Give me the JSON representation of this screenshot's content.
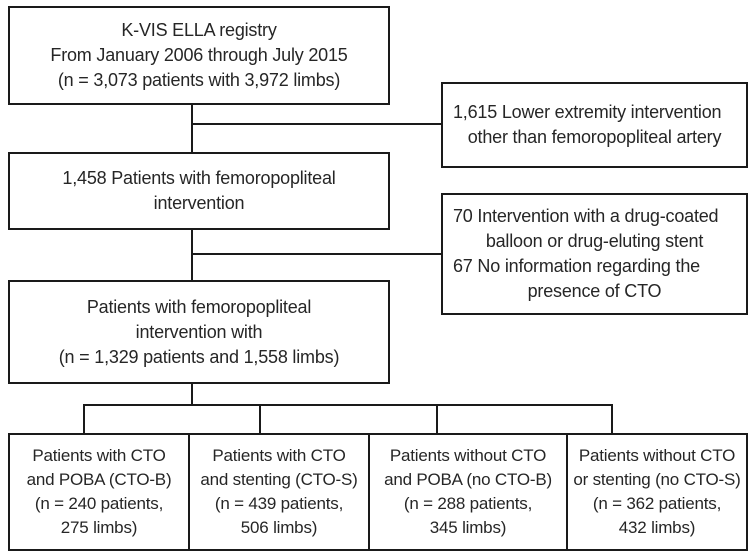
{
  "figure": {
    "background": "#ffffff",
    "border_color": "#1a1a1a",
    "text_color": "#262626"
  },
  "boxes": {
    "registry": {
      "lines": [
        "K-VIS ELLA registry",
        "From January 2006 through July 2015",
        "(n = 3,073 patients with 3,972 limbs)"
      ]
    },
    "exclusion_top": {
      "lines": [
        "1,615 Lower extremity intervention",
        "other than femoropopliteal artery"
      ]
    },
    "femoropopliteal": {
      "lines": [
        "1,458 Patients with femoropopliteal",
        "intervention"
      ]
    },
    "exclusion_mid": {
      "lines": [
        "70 Intervention with a drug-coated",
        "balloon or drug-eluting stent",
        "67 No information regarding the",
        "presence of CTO"
      ]
    },
    "cohort": {
      "lines": [
        "Patients with femoropopliteal",
        "intervention with",
        "(n = 1,329 patients and 1,558 limbs)"
      ]
    },
    "cto_b": {
      "lines": [
        "Patients with CTO",
        "and POBA (CTO-B)",
        "(n = 240 patients,",
        "275 limbs)"
      ]
    },
    "cto_s": {
      "lines": [
        "Patients with CTO",
        "and stenting (CTO-S)",
        "(n = 439 patients,",
        "506 limbs)"
      ]
    },
    "no_cto_b": {
      "lines": [
        "Patients without CTO",
        "and POBA (no CTO-B)",
        "(n = 288 patients,",
        "345 limbs)"
      ]
    },
    "no_cto_s": {
      "lines": [
        "Patients without CTO",
        "or stenting (no CTO-S)",
        "(n = 362 patients,",
        "432 limbs)"
      ]
    }
  }
}
